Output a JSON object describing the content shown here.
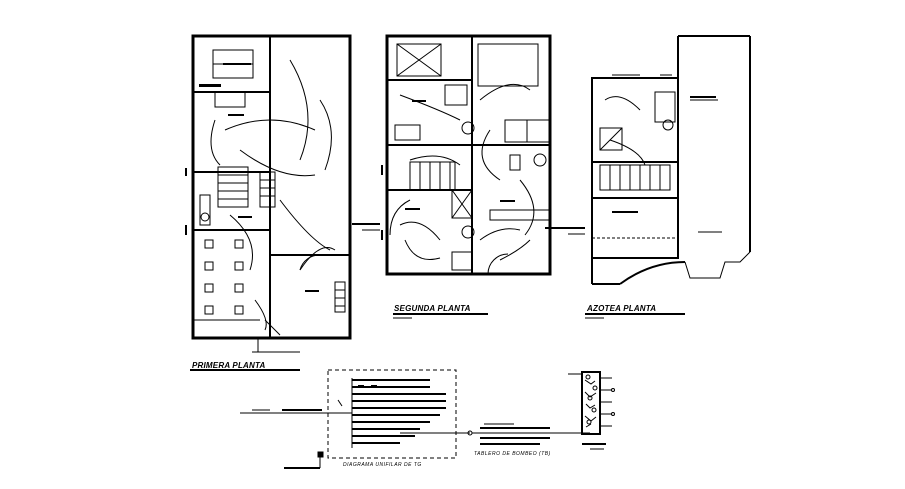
{
  "titles": {
    "primera": "PRIMERA PLANTA",
    "segunda": "SEGUNDA PLANTA",
    "azotea": "AZOTEA PLANTA",
    "diagrama": "DIAGRAMA UNIFILAR DE TG",
    "tablero": "TABLERO DE BOMBEO (TB)"
  },
  "colors": {
    "ink": "#000000",
    "background": "#ffffff"
  }
}
